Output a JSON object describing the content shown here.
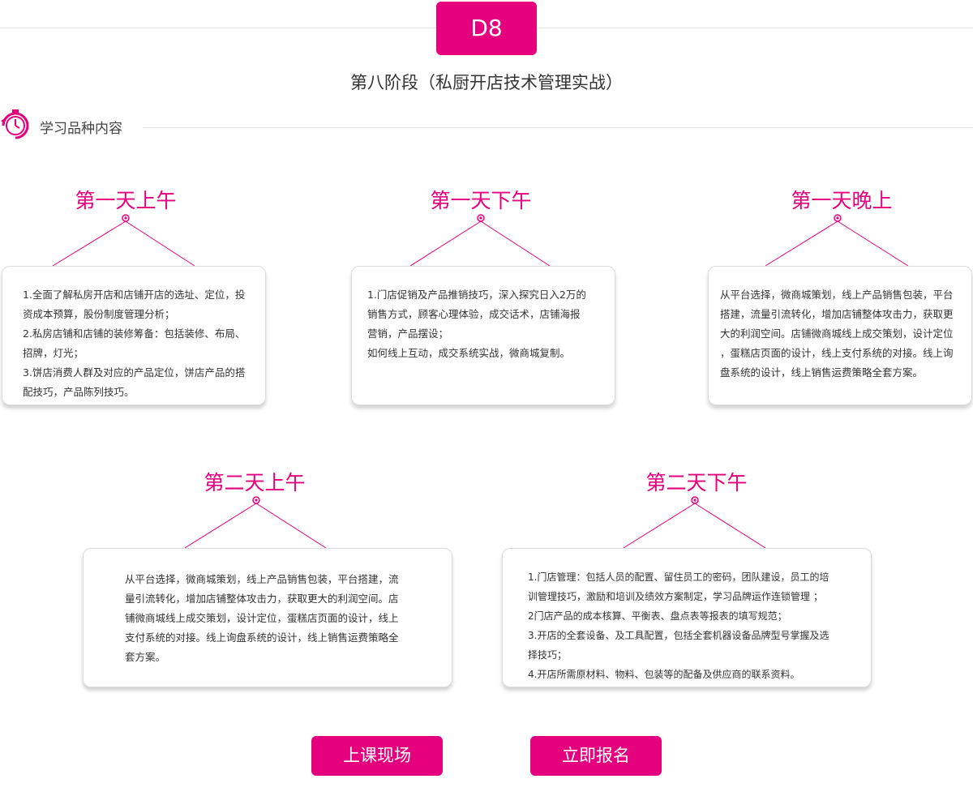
{
  "header": {
    "badge": "D8",
    "title": "第八阶段（私厨开店技术管理实战）"
  },
  "section": {
    "label": "学习品种内容"
  },
  "colors": {
    "accent": "#e5007e",
    "rule": "#e6e6e6",
    "text": "#333333"
  },
  "sessions": [
    {
      "title": "第一天上午",
      "lines": [
        "1.全面了解私房开店和店铺开店的选址、定位，投",
        "资成本预算，股份制度管理分析；",
        "2.私房店铺和店铺的装修筹备：包括装修、布局、",
        "招牌，灯光；",
        "3.饼店消费人群及对应的产品定位，饼店产品的搭",
        "配技巧，产品陈列技巧。"
      ]
    },
    {
      "title": "第一天下午",
      "lines": [
        "1.门店促销及产品推销技巧，深入探究日入2万的",
        "销售方式，顾客心理体验，成交话术，店铺海报",
        "营销，产品摆设；",
        "如何线上互动，成交系统实战，微商城复制。"
      ]
    },
    {
      "title": "第一天晚上",
      "lines": [
        "从平台选择，微商城策划，线上产品销售包装，平台",
        "搭建，流量引流转化，增加店铺整体攻击力，获取更",
        "大的利润空间。店铺微商城线上成交策划，设计定位",
        "，蛋糕店页面的设计，线上支付系统的对接。线上询",
        "盘系统的设计，线上销售运费策略全套方案。"
      ]
    },
    {
      "title": "第二天上午",
      "lines": [
        "从平台选择，微商城策划，线上产品销售包装，平台搭建，流",
        "量引流转化，增加店铺整体攻击力，获取更大的利润空间。店",
        "铺微商城线上成交策划，设计定位，蛋糕店页面的设计，线上",
        "支付系统的对接。线上询盘系统的设计，线上销售运费策略全",
        "套方案。"
      ]
    },
    {
      "title": "第二天下午",
      "lines": [
        "1.门店管理：包括人员的配置、留住员工的密码，团队建设，员工的培",
        "训管理技巧，激励和培训及绩效方案制定，学习品牌运作连锁管理 ；",
        "2门店产品的成本核算、平衡表、盘点表等报表的填写规范；",
        "3.开店的全套设备、及工具配置，包括全套机器设备品牌型号掌握及选",
        "择技巧；",
        "4.开店所需原材料、物料、包装等的配备及供应商的联系资料。"
      ]
    }
  ],
  "buttons": {
    "scene": "上课现场",
    "signup": "立即报名"
  }
}
